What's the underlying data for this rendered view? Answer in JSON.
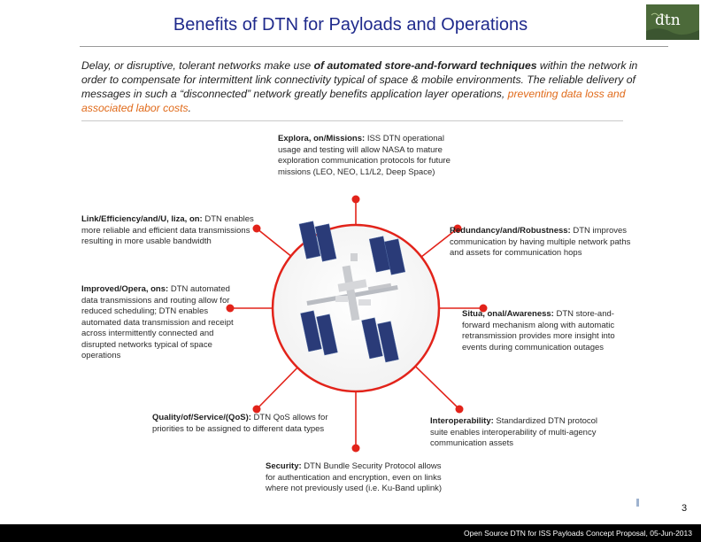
{
  "header": {
    "title": "Benefits of DTN for Payloads and Operations",
    "logo_text": "dtn"
  },
  "intro": {
    "part1": "Delay, or disruptive, tolerant networks make use ",
    "bold": "of automated store-and-forward techniques",
    "part2": " within the network in order to compensate for intermittent link connectivity typical of space & mobile environments. The reliable delivery of messages in such a “disconnected” network greatly benefits application layer operations, ",
    "highlight": "preventing data loss and associated labor costs",
    "end": "."
  },
  "benefits": [
    {
      "heading": "Explora, on/Missions:",
      "text": " ISS DTN operational usage and testing will allow NASA to mature exploration communication protocols for future missions (LEO, NEO, L1/L2, Deep Space)"
    },
    {
      "heading": "Link/Efficiency/and/U, liza, on:",
      "text": " DTN enables more reliable and efficient data transmissions resulting in more usable bandwidth"
    },
    {
      "heading": "Redundancy/and/Robustness:",
      "text": " DTN improves communication by having multiple network paths and assets for communication hops"
    },
    {
      "heading": "Improved/Opera, ons:",
      "text": " DTN automated data transmissions and routing allow for reduced scheduling; DTN enables automated data transmission and receipt across intermittently connected and disrupted networks typical of space operations"
    },
    {
      "heading": "Situa, onal/Awareness:",
      "text": " DTN store-and-forward mechanism along with automatic retransmission provides more insight into events during communication outages"
    },
    {
      "heading": "Quality/of/Service/(QoS):",
      "text": " DTN QoS allows for priorities to be assigned to different data types"
    },
    {
      "heading": "Interoperability:",
      "text": " Standardized DTN protocol suite enables interoperability of multi-agency communication assets"
    },
    {
      "heading": "Security:",
      "text": " DTN Bundle Security Protocol allows for authentication and encryption, even on links where not previously used (i.e. Ku-Band uplink)"
    }
  ],
  "footer": {
    "page_number": "3",
    "text": "Open Source DTN for ISS Payloads Concept Proposal, 05-Jun-2013"
  },
  "colors": {
    "title": "#1f2a8c",
    "node": "#e2231a",
    "spoke": "#e2231a",
    "highlight": "#e06a1a",
    "logo_bg": "#4c6a3a",
    "footer_bg": "#000000"
  },
  "icons": {
    "center_image": "space-station-image",
    "logo": "dtn-logo"
  }
}
